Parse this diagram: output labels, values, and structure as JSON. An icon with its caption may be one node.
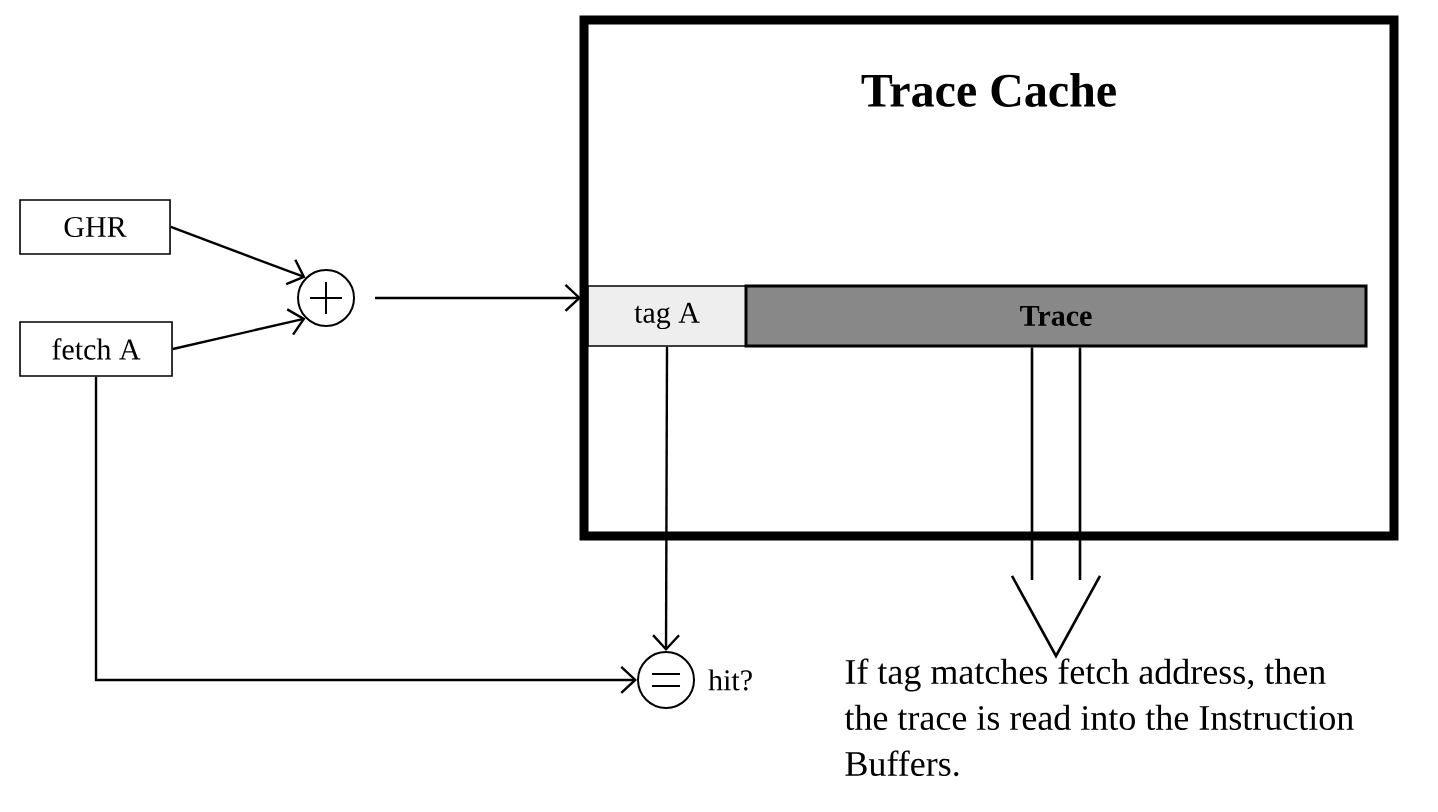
{
  "diagram": {
    "nodes": [
      {
        "text": [
          "GHR"
        ]
      },
      {
        "text": [
          "fetch A"
        ]
      },
      {
        "text": [],
        "shape": "circle"
      },
      {
        "text": [
          "Trace Cache"
        ]
      },
      {
        "text": [
          "tag A"
        ],
        "in": 3
      },
      {
        "text": [
          "Trace"
        ],
        "in": 3
      },
      {
        "text": [],
        "shape": "circle",
        "beside": [
          "hit?"
        ]
      },
      {
        "text": [
          "If tag matches fetch address, then the trace is read into the Instruction Buffers."
        ]
      }
    ],
    "edges": [
      {
        "from": 0,
        "to": 2,
        "arrow": "to"
      },
      {
        "from": 1,
        "to": 2,
        "arrow": "to"
      },
      {
        "from": 2,
        "to": 4,
        "arrow": "to"
      },
      {
        "from": 4,
        "to": 6,
        "arrow": "to"
      },
      {
        "from": 1,
        "to": 6,
        "arrow": "to"
      },
      {
        "from": 5,
        "to": 7,
        "arrow": "to"
      }
    ]
  }
}
